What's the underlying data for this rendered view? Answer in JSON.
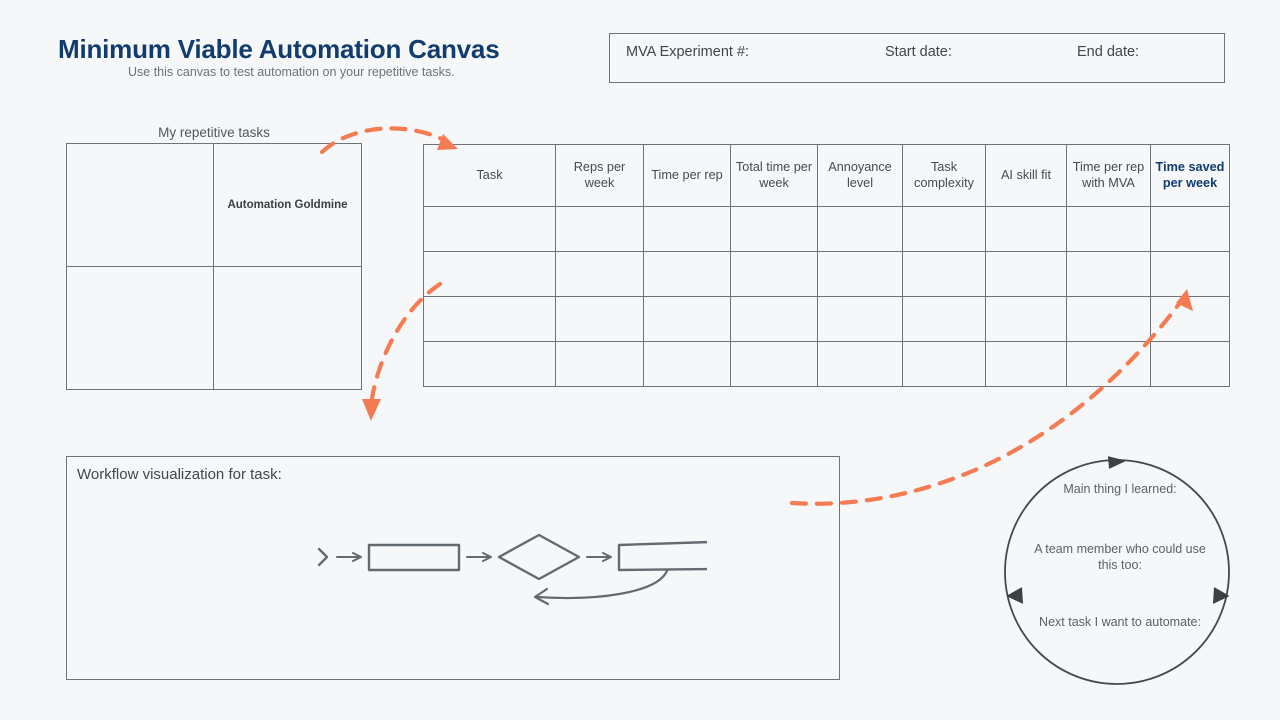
{
  "header": {
    "title": "Minimum Viable Automation Canvas",
    "subtitle": "Use this canvas to test automation on your repetitive tasks."
  },
  "experiment_bar": {
    "experiment_label": "MVA Experiment #:",
    "start_date_label": "Start date:",
    "end_date_label": "End date:"
  },
  "matrix": {
    "label": "My repetitive tasks",
    "cells": [
      {
        "text": ""
      },
      {
        "text": "Automation Goldmine"
      },
      {
        "text": ""
      },
      {
        "text": ""
      }
    ]
  },
  "table": {
    "columns": [
      {
        "label": "Task",
        "highlight": false
      },
      {
        "label": "Reps per week",
        "highlight": false
      },
      {
        "label": "Time per rep",
        "highlight": false
      },
      {
        "label": "Total time per week",
        "highlight": false
      },
      {
        "label": "Annoyance level",
        "highlight": false
      },
      {
        "label": "Task complexity",
        "highlight": false
      },
      {
        "label": "AI skill fit",
        "highlight": false
      },
      {
        "label": "Time per rep with MVA",
        "highlight": false
      },
      {
        "label": "Time saved per week",
        "highlight": true
      }
    ],
    "rows": [
      [
        "",
        "",
        "",
        "",
        "",
        "",
        "",
        "",
        ""
      ],
      [
        "",
        "",
        "",
        "",
        "",
        "",
        "",
        "",
        ""
      ],
      [
        "",
        "",
        "",
        "",
        "",
        "",
        "",
        "",
        ""
      ],
      [
        "",
        "",
        "",
        "",
        "",
        "",
        "",
        "",
        ""
      ]
    ]
  },
  "workflow": {
    "title": "Workflow visualization for task:",
    "diagram": "start-chevron, process-rectangle, decision-diamond, process-rectangle with loop-back arrow"
  },
  "reflection": {
    "items": [
      "Main thing I learned:",
      "A team member who could use this too:",
      "Next task I want to automate:"
    ]
  },
  "colors": {
    "background": "#f5f7f9",
    "brand_navy": "#123c6e",
    "accent_orange": "#f47b52",
    "line_gray": "#6d7479",
    "text_gray": "#4a5055"
  }
}
